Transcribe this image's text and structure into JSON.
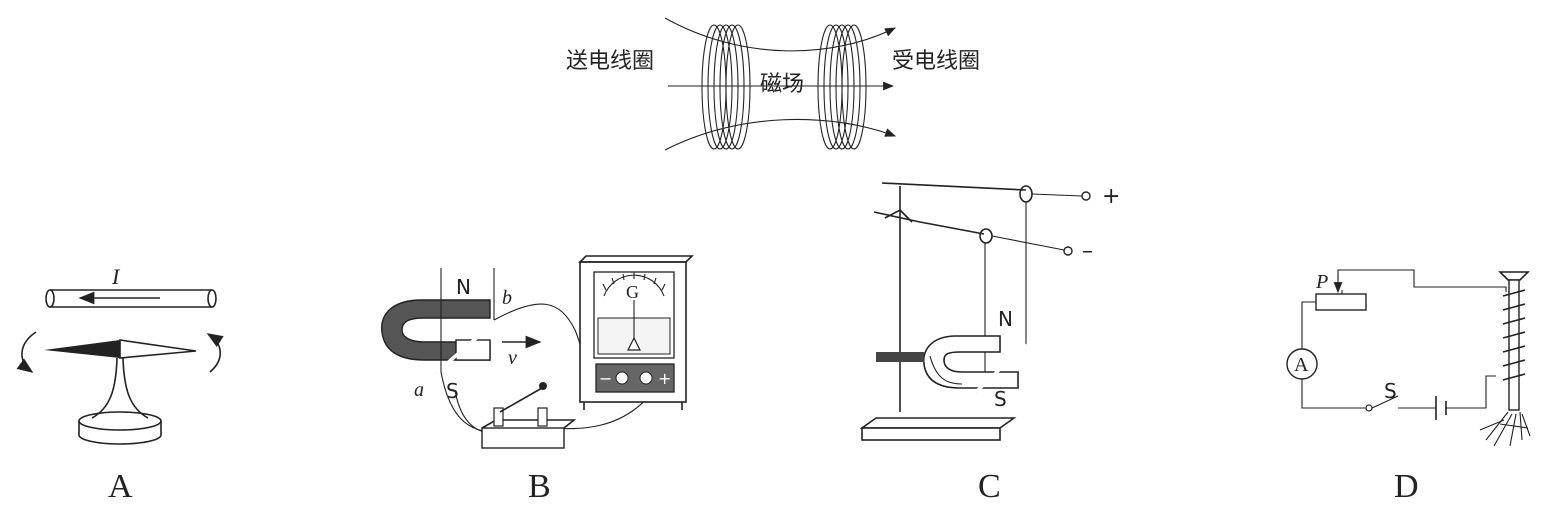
{
  "top": {
    "send_coil": "送电线圈",
    "receive_coil": "受电线圈",
    "field": "磁场"
  },
  "panels": {
    "A": {
      "caption": "A",
      "current": "I"
    },
    "B": {
      "caption": "B",
      "pole_n": "N",
      "pole_s": "S",
      "end_a": "a",
      "end_b": "b",
      "velocity": "v",
      "meter": "G"
    },
    "C": {
      "caption": "C",
      "pole_n": "N",
      "pole_s": "S",
      "plus": "+",
      "minus": "–"
    },
    "D": {
      "caption": "D",
      "slider": "P",
      "ammeter": "A",
      "switch": "S"
    }
  }
}
